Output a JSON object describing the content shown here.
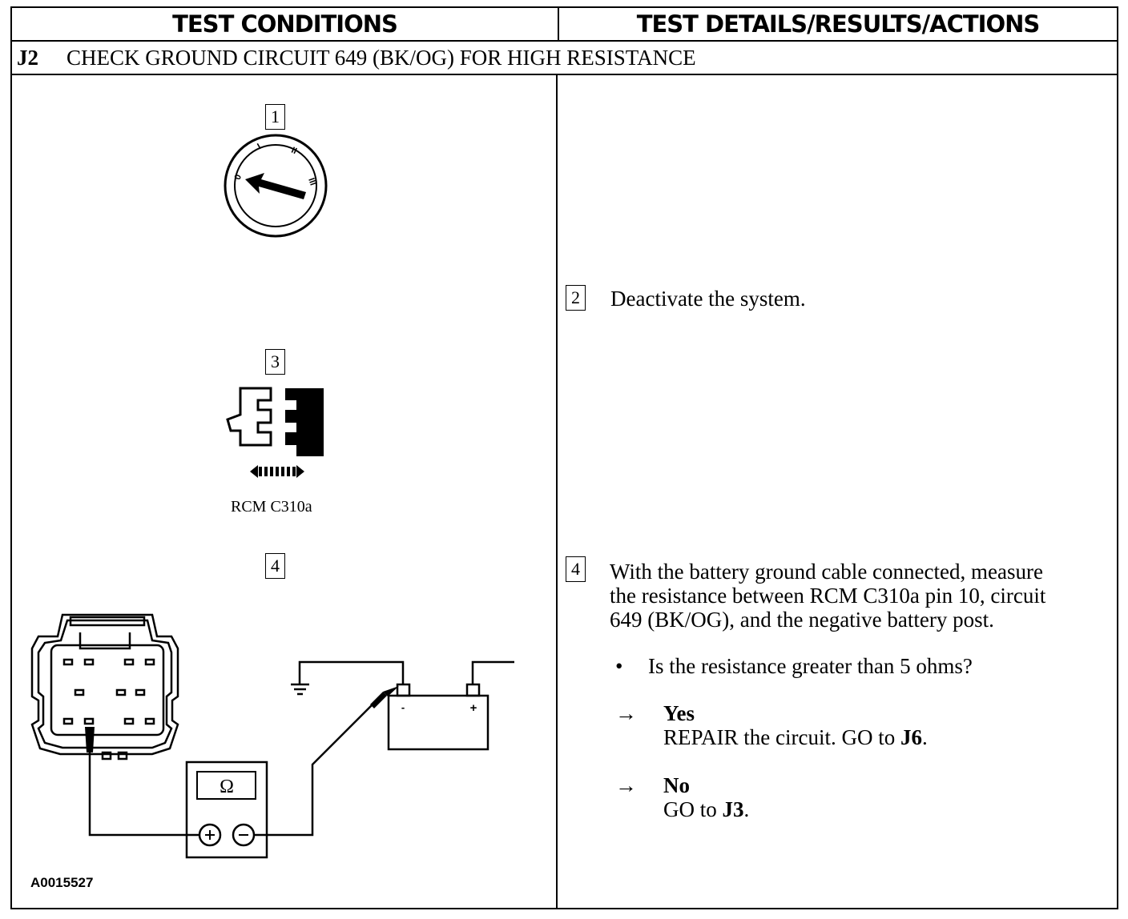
{
  "header": {
    "left": "TEST CONDITIONS",
    "right": "TEST DETAILS/RESULTS/ACTIONS"
  },
  "step": {
    "id": "J2",
    "title": "CHECK GROUND CIRCUIT 649 (BK/OG) FOR HIGH RESISTANCE"
  },
  "left": {
    "steps": [
      "1",
      "3",
      "4"
    ],
    "connector_label": "RCM C310a",
    "meter_symbol": "Ω",
    "battery_neg": "-",
    "battery_pos": "+",
    "figure_id": "A0015527",
    "ignition_marks": [
      "0",
      "I",
      "II",
      "III"
    ]
  },
  "right": {
    "step2": {
      "num": "2",
      "text": "Deactivate the system."
    },
    "step4": {
      "num": "4",
      "lines": [
        "With the battery ground cable connected, measure",
        "the resistance between RCM C310a pin 10, circuit",
        "649 (BK/OG), and the negative battery post."
      ],
      "bullet": "•",
      "question": "Is the resistance greater than 5 ohms?",
      "arrow": "→",
      "yes": {
        "label": "Yes",
        "action": "REPAIR the circuit. GO to ",
        "ref": "J6",
        "end": "."
      },
      "no": {
        "label": "No",
        "action": "GO to ",
        "ref": "J3",
        "end": "."
      }
    }
  }
}
